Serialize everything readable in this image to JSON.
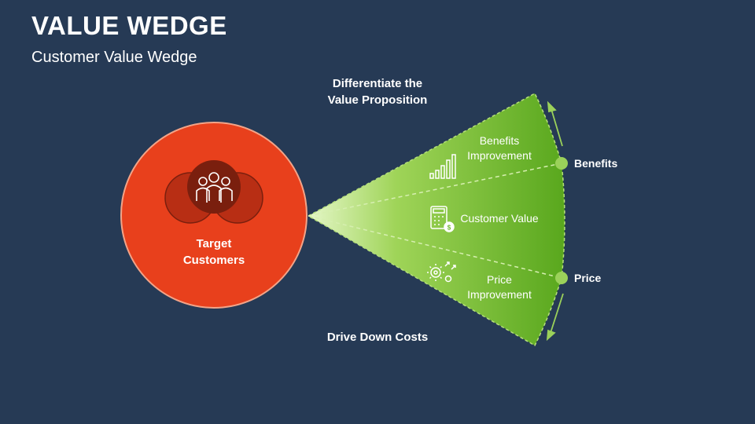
{
  "header": {
    "title": "VALUE WEDGE",
    "subtitle": "Customer Value Wedge"
  },
  "circle": {
    "label_line1": "Target",
    "label_line2": "Customers",
    "icon": "people-group-icon"
  },
  "wedge": {
    "top_label_line1": "Differentiate the",
    "top_label_line2": "Value Proposition",
    "bottom_label": "Drive Down Costs",
    "segments": [
      {
        "line1": "Benefits",
        "line2": "Improvement",
        "icon": "bar-chart-icon"
      },
      {
        "line1": "Customer Value",
        "icon": "calculator-money-icon"
      },
      {
        "line1": "Price",
        "line2": "Improvement",
        "icon": "gears-arrows-icon"
      }
    ],
    "markers": {
      "benefits": "Benefits",
      "price": "Price"
    }
  },
  "colors": {
    "background": "#263a55",
    "circle": "#e8401c",
    "circle_dark": "#7a1f0e",
    "wedge_light": "#d9f2b4",
    "wedge_dark": "#5aa81e",
    "marker": "#9bd15a"
  }
}
